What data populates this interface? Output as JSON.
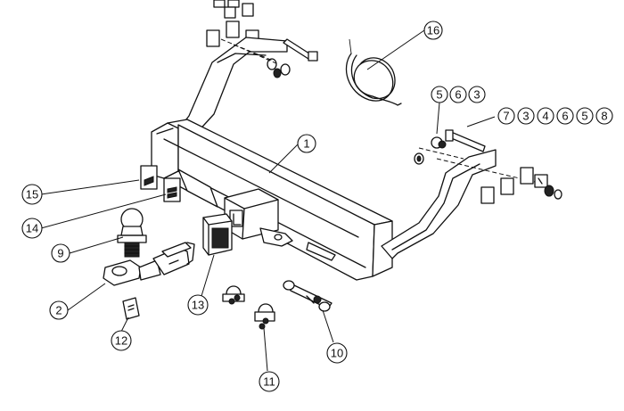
{
  "diagram": {
    "callouts": [
      "1",
      "2",
      "3",
      "4",
      "5",
      "6",
      "7",
      "8",
      "9",
      "10",
      "11",
      "12",
      "13",
      "14",
      "15",
      "16"
    ],
    "callout_1": "1",
    "callout_2": "2",
    "callout_9": "9",
    "callout_10": "10",
    "callout_11": "11",
    "callout_12": "12",
    "callout_13": "13",
    "callout_14": "14",
    "callout_15": "15",
    "callout_16": "16",
    "group_5_6_3": [
      "5",
      "6",
      "3"
    ],
    "group_7_3_4_6_5_8": [
      "7",
      "3",
      "4",
      "6",
      "5",
      "8"
    ]
  }
}
